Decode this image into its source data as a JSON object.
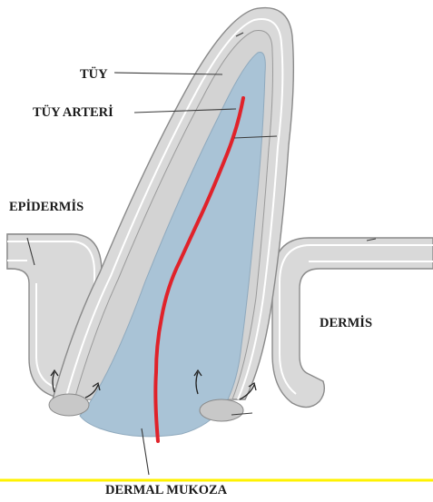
{
  "labels": {
    "feather": "TÜY",
    "feather_artery": "TÜY ARTERİ",
    "epidermis": "EPİDERMİS",
    "dermis": "DERMİS",
    "dermal_papilla": "DERMAL MUKOZA"
  },
  "colors": {
    "outer_layer": "#d9d9d9",
    "outline": "#888888",
    "pulp": "#a9c3d6",
    "artery": "#e0222a",
    "collar": "#c8c8c8",
    "bottom_rule": "#fff200"
  }
}
